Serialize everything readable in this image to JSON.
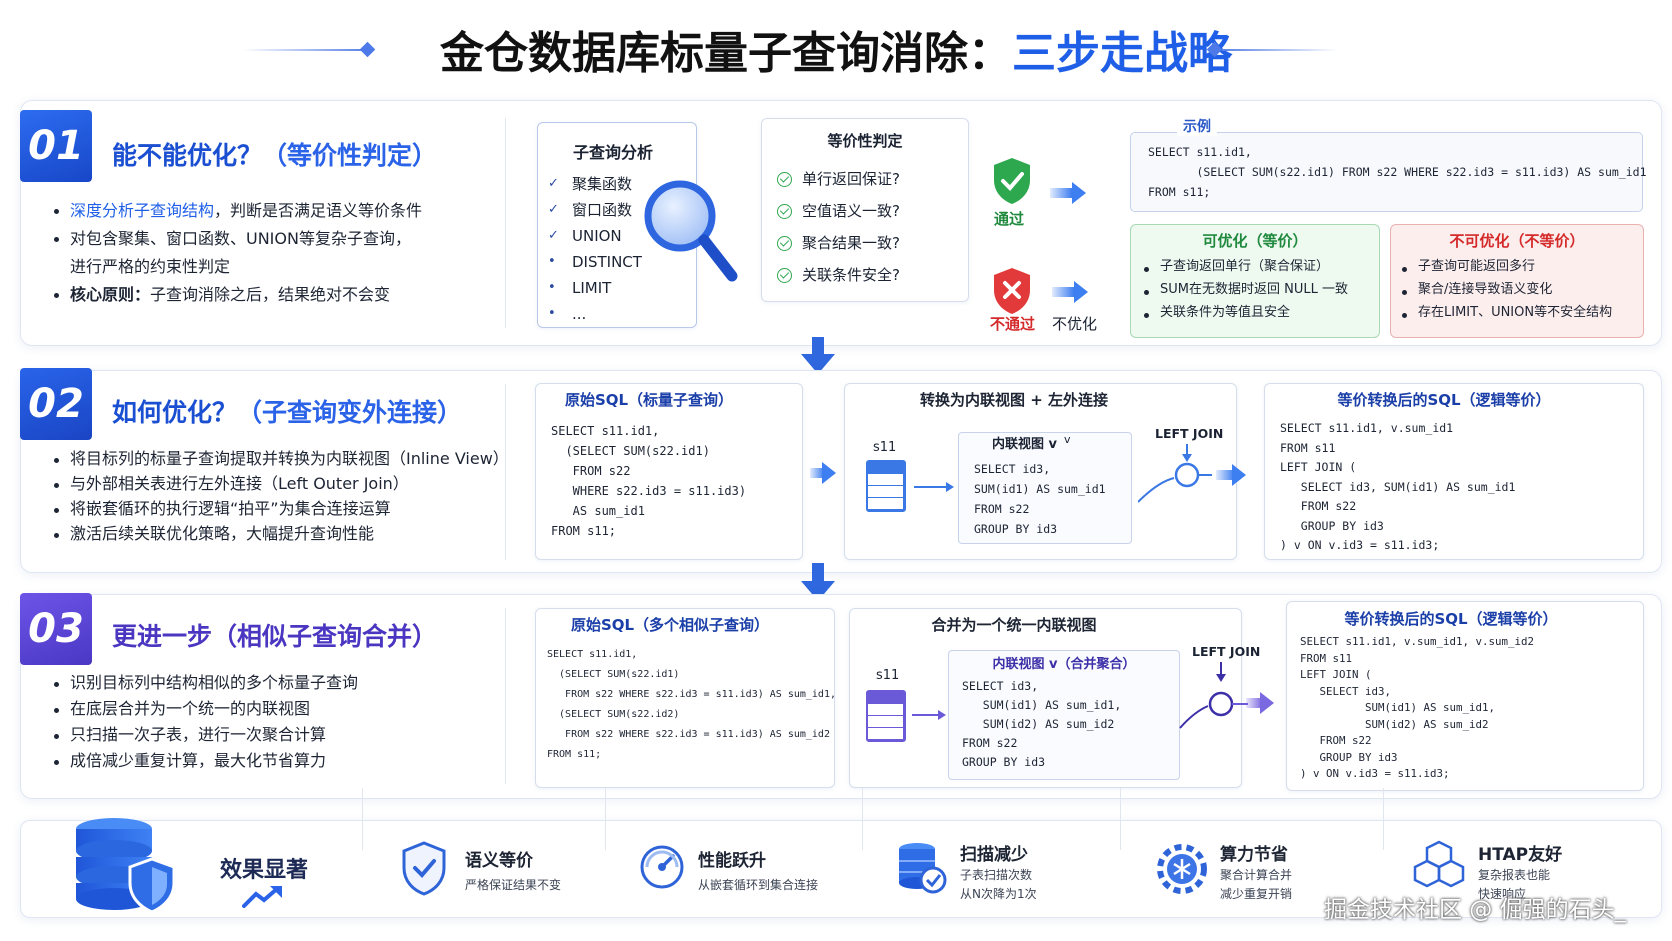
{
  "title": {
    "part1": "金仓数据库标量子查询消除：",
    "part2": "三步走战略"
  },
  "s1": {
    "num": "01",
    "head_main": "能不能优化？",
    "head_sub": "（等价性判定）",
    "b1_hl": "深度分析子查询结构",
    "b1_rest": "，判断是否满足语义等价条件",
    "b2": "对包含聚集、窗口函数、UNION等复杂子查询，",
    "b2b": "进行严格的约束性判定",
    "b3_bold": "核心原则：",
    "b3_rest": "子查询消除之后，结果绝对不会变",
    "analysis": {
      "title": "子查询分析",
      "items": [
        "聚集函数",
        "窗口函数",
        "UNION",
        "DISTINCT",
        "LIMIT",
        "..."
      ]
    },
    "equiv": {
      "title": "等价性判定",
      "items": [
        "单行返回保证?",
        "空值语义一致?",
        "聚合结果一致?",
        "关联条件安全?"
      ]
    },
    "pass": "通过",
    "fail": "不通过",
    "no_opt": "不优化",
    "example": {
      "label": "示例",
      "code": "SELECT s11.id1,\n       (SELECT SUM(s22.id1) FROM s22 WHERE s22.id3 = s11.id3) AS sum_id1\nFROM s11;"
    },
    "can": {
      "title": "可优化（等价）",
      "items": [
        "子查询返回单行（聚合保证）",
        "SUM在无数据时返回 NULL 一致",
        "关联条件为等值且安全"
      ]
    },
    "cannot": {
      "title": "不可优化（不等价）",
      "items": [
        "子查询可能返回多行",
        "聚合/连接导致语义变化",
        "存在LIMIT、UNION等不安全结构"
      ]
    }
  },
  "s2": {
    "num": "02",
    "head_main": "如何优化？",
    "head_sub": "（子查询变外连接）",
    "bullets": [
      "将目标列的标量子查询提取并转换为内联视图（Inline View）",
      "与外部相关表进行左外连接（Left Outer Join）",
      "将嵌套循环的执行逻辑“拍平”为集合连接运算",
      "激活后续关联优化策略，大幅提升查询性能"
    ],
    "orig": {
      "title": "原始SQL（标量子查询）",
      "code": "SELECT s11.id1,\n  (SELECT SUM(s22.id1)\n   FROM s22\n   WHERE s22.id3 = s11.id3)\n   AS sum_id1\nFROM s11;"
    },
    "conv": {
      "title": "转换为内联视图 + 左外连接",
      "table": "s11",
      "view_title": "内联视图 v",
      "view_code": "SELECT id3,\nSUM(id1) AS sum_id1\nFROM s22\nGROUP BY id3",
      "join": "LEFT JOIN"
    },
    "result": {
      "title": "等价转换后的SQL（逻辑等价）",
      "code": "SELECT s11.id1, v.sum_id1\nFROM s11\nLEFT JOIN (\n   SELECT id3, SUM(id1) AS sum_id1\n   FROM s22\n   GROUP BY id3\n) v ON v.id3 = s11.id3;"
    }
  },
  "s3": {
    "num": "03",
    "head_main": "更进一步",
    "head_sub": "（相似子查询合并）",
    "bullets": [
      "识别目标列中结构相似的多个标量子查询",
      "在底层合并为一个统一的内联视图",
      "只扫描一次子表，进行一次聚合计算",
      "成倍减少重复计算，最大化节省算力"
    ],
    "orig": {
      "title": "原始SQL（多个相似子查询）",
      "code": "SELECT s11.id1,\n  (SELECT SUM(s22.id1)\n   FROM s22 WHERE s22.id3 = s11.id3) AS sum_id1,\n  (SELECT SUM(s22.id2)\n   FROM s22 WHERE s22.id3 = s11.id3) AS sum_id2\nFROM s11;"
    },
    "merge": {
      "title": "合并为一个统一内联视图",
      "table": "s11",
      "view_title": "内联视图 v（合并聚合）",
      "view_code": "SELECT id3,\n   SUM(id1) AS sum_id1,\n   SUM(id2) AS sum_id2\nFROM s22\nGROUP BY id3",
      "join": "LEFT JOIN"
    },
    "result": {
      "title": "等价转换后的SQL（逻辑等价）",
      "code": "SELECT s11.id1, v.sum_id1, v.sum_id2\nFROM s11\nLEFT JOIN (\n   SELECT id3,\n          SUM(id1) AS sum_id1,\n          SUM(id2) AS sum_id2\n   FROM s22\n   GROUP BY id3\n) v ON v.id3 = s11.id3;"
    }
  },
  "footer": {
    "main": "效果显著",
    "items": [
      {
        "title": "语义等价",
        "desc": "严格保证结果不变"
      },
      {
        "title": "性能跃升",
        "desc": "从嵌套循环到集合连接"
      },
      {
        "title": "扫描减少",
        "desc": "子表扫描次数\n从N次降为1次"
      },
      {
        "title": "算力节省",
        "desc": "聚合计算合并\n减少重复开销"
      },
      {
        "title": "HTAP友好",
        "desc": "复杂报表也能\n快速响应"
      }
    ]
  },
  "watermark": "掘金技术社区 @ 倔强的石头_"
}
